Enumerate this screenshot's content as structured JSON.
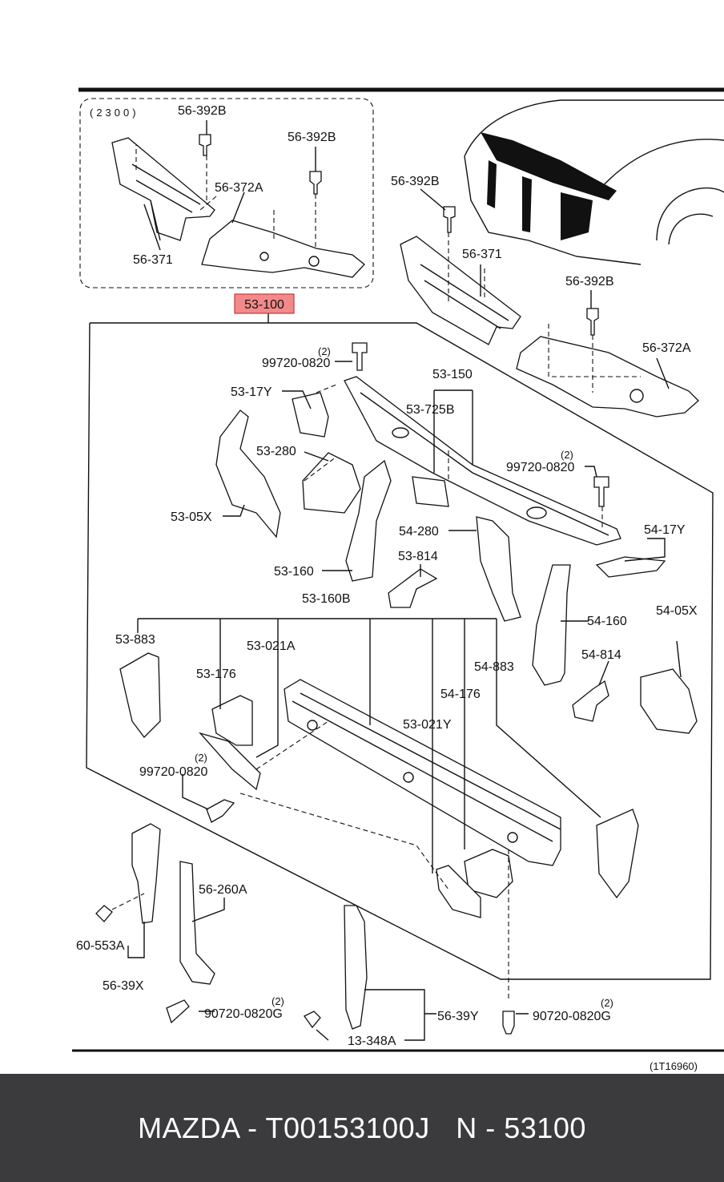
{
  "diagram": {
    "variant_label": "(2300)",
    "main_part": "53-100",
    "ref_code": "(1T16960)",
    "labels": {
      "a": "56-392B",
      "b": "56-392B",
      "c": "56-372A",
      "d": "56-371",
      "e": "56-392B",
      "f": "56-371",
      "g": "56-392B",
      "h": "56-372A",
      "i": "(2)",
      "j": "99720-0820",
      "k": "53-150",
      "l": "53-17Y",
      "m": "53-725B",
      "n": "53-280",
      "o": "(2)",
      "p": "99720-0820",
      "q": "53-05X",
      "r": "54-280",
      "s": "54-17Y",
      "t": "53-814",
      "u": "53-160",
      "v": "53-160B",
      "w": "54-160",
      "x": "54-05X",
      "y": "53-883",
      "z": "53-021A",
      "aa": "53-176",
      "ab": "54-883",
      "ac": "54-814",
      "ad": "54-176",
      "ae": "(2)",
      "af": "99720-0820",
      "ag": "53-021Y",
      "ah": "56-260A",
      "ai": "60-553A",
      "aj": "56-39X",
      "ak": "(2)",
      "al": "90720-0820G",
      "am": "56-39Y",
      "an": "(2)",
      "ao": "90720-0820G",
      "ap": "13-348A"
    }
  },
  "footer": {
    "brand": "MAZDA",
    "dash1": "-",
    "part_code": "T00153100J",
    "prefix": "N",
    "dash2": "-",
    "part_number": "53100"
  }
}
